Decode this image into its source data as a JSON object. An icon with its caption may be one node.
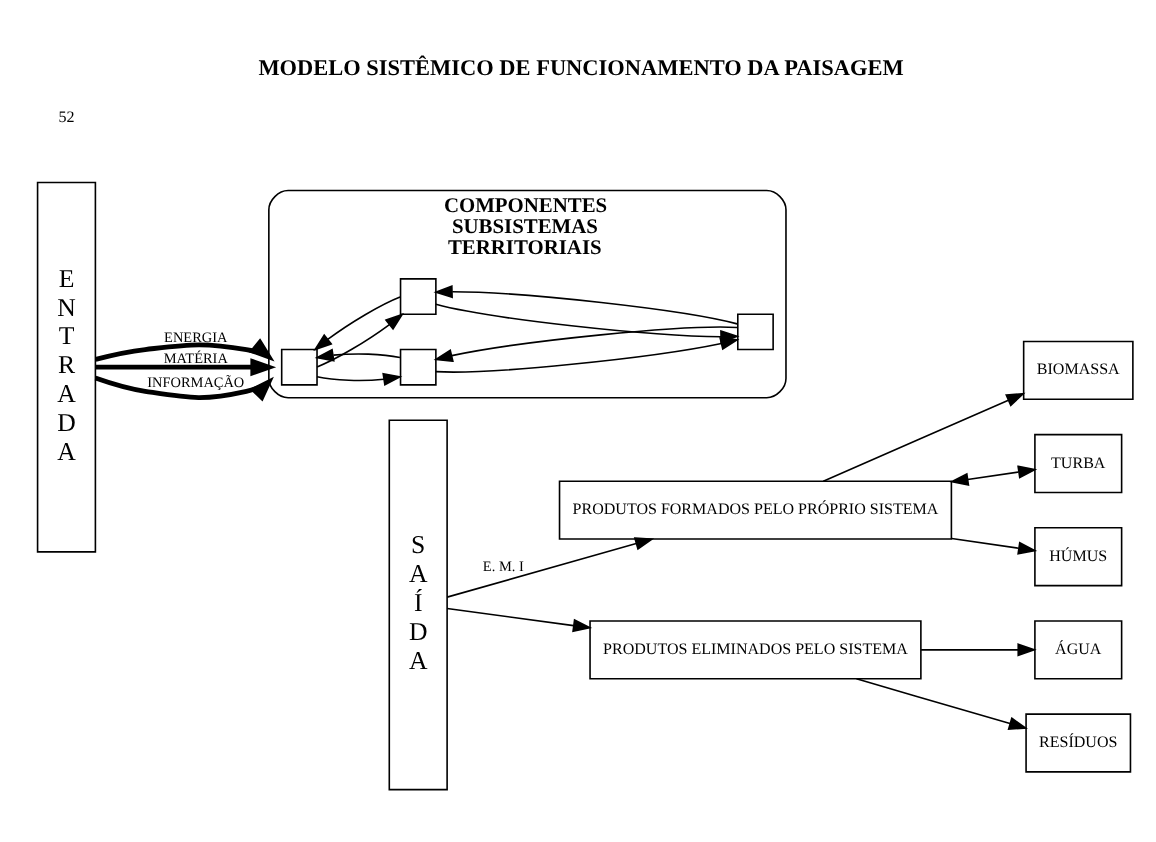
{
  "diagram": {
    "title": "MODELO SISTÊMICO DE FUNCIONAMENTO DA PAISAGEM",
    "nodes": [
      {
        "text": [
          "E N T R A D A"
        ]
      },
      {
        "text": [
          "COMPONENTES",
          "SUBSISTEMAS",
          "TERRITORIAIS"
        ]
      },
      {
        "text": [],
        "shape": "box",
        "in": 1
      },
      {
        "text": [],
        "shape": "box",
        "in": 1
      },
      {
        "text": [],
        "shape": "box",
        "in": 1
      },
      {
        "text": [],
        "shape": "box",
        "in": 1
      },
      {
        "text": [
          "S A Í D A"
        ]
      },
      {
        "text": [
          "PRODUTOS FORMADOS PELO PRÓPRIO SISTEMA"
        ]
      },
      {
        "text": [
          "BIOMASSA"
        ]
      },
      {
        "text": [
          "TURBA"
        ]
      },
      {
        "text": [
          "HÚMUS"
        ]
      },
      {
        "text": [
          "PRODUTOS ELIMINADOS PELO SISTEMA"
        ]
      },
      {
        "text": [
          "ÁGUA"
        ]
      },
      {
        "text": [
          "RESÍDUOS"
        ]
      }
    ],
    "edges": [
      {
        "from": 0,
        "to": 1,
        "arrow": "to",
        "label": "ENERGIA",
        "style": "thick"
      },
      {
        "from": 0,
        "to": 1,
        "arrow": "to",
        "label": "MATÉRIA",
        "style": "thick"
      },
      {
        "from": 0,
        "to": 1,
        "arrow": "to",
        "label": "INFORMAÇÃO",
        "style": "thick"
      },
      {
        "from": 3,
        "to": 2,
        "arrow": "to"
      },
      {
        "from": 2,
        "to": 3,
        "arrow": "to"
      },
      {
        "from": 2,
        "to": 4,
        "arrow": "to"
      },
      {
        "from": 4,
        "to": 2,
        "arrow": "to"
      },
      {
        "from": 4,
        "to": 5,
        "arrow": "to"
      },
      {
        "from": 5,
        "to": 4,
        "arrow": "to"
      },
      {
        "from": 3,
        "to": 5,
        "arrow": "to"
      },
      {
        "from": 5,
        "to": 3,
        "arrow": "to"
      },
      {
        "from": 6,
        "to": 7,
        "arrow": "to",
        "label": "E. M. I"
      },
      {
        "from": 6,
        "to": 11,
        "arrow": "to"
      },
      {
        "from": 7,
        "to": 8,
        "arrow": "to"
      },
      {
        "from": 7,
        "to": 9,
        "arrow": "both"
      },
      {
        "from": 7,
        "to": 10,
        "arrow": "to"
      },
      {
        "from": 11,
        "to": 12,
        "arrow": "to"
      },
      {
        "from": 11,
        "to": 13,
        "arrow": "to"
      }
    ],
    "labels": [
      "52"
    ]
  }
}
